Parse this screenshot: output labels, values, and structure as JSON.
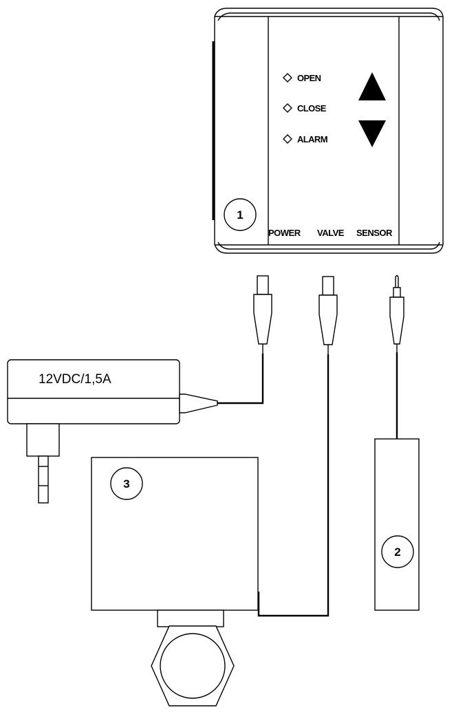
{
  "controller": {
    "indicators": [
      {
        "label": "OPEN"
      },
      {
        "label": "CLOSE"
      },
      {
        "label": "ALARM"
      }
    ],
    "ports": [
      "POWER",
      "VALVE",
      "SENSOR"
    ],
    "arrows": [
      "arrow-up-icon",
      "arrow-down-icon"
    ]
  },
  "callouts": {
    "controller": "1",
    "sensor": "2",
    "valve": "3"
  },
  "adapter": {
    "label": "12VDC/1,5A"
  }
}
